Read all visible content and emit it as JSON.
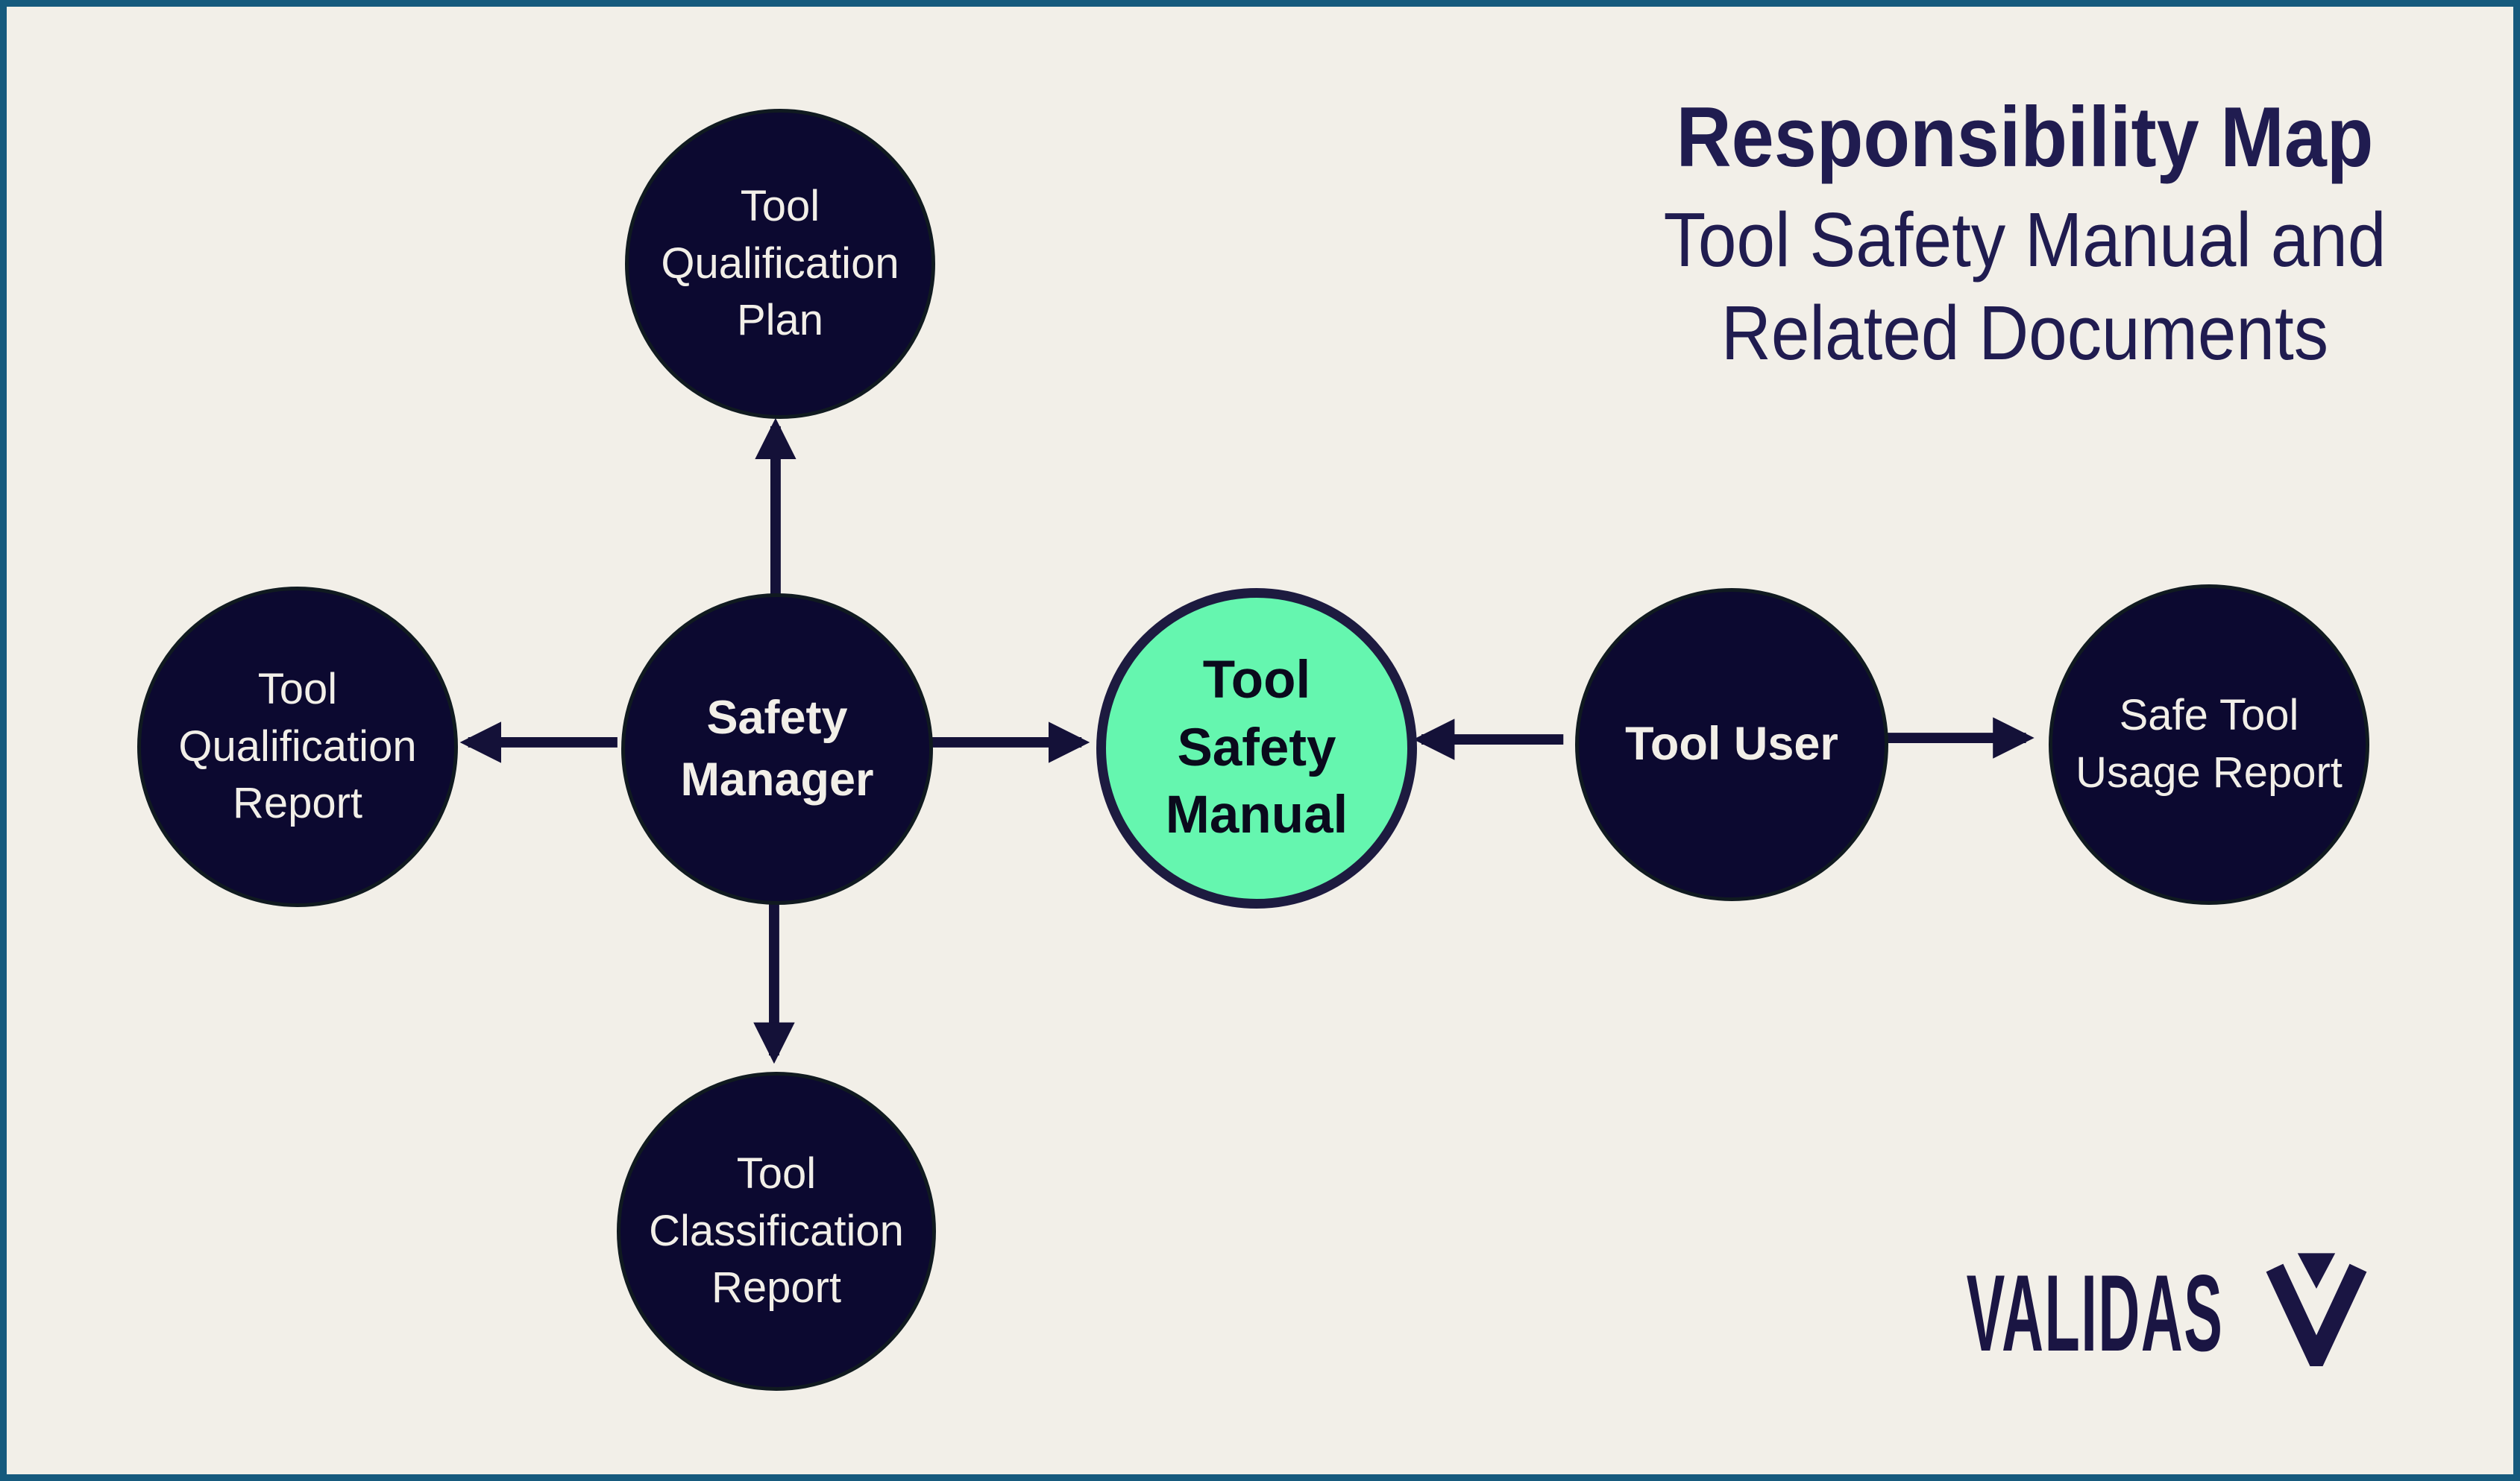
{
  "page": {
    "background_color": "#F2EFE8",
    "frame_color": "#165A7D"
  },
  "title": {
    "heading": "Responsibility Map",
    "subtitle": "Tool Safety Manual and\nRelated Documents"
  },
  "nodes": {
    "tool_qualification_plan": {
      "label": "Tool\nQualification\nPlan"
    },
    "tool_qualification_report": {
      "label": "Tool\nQualification\nReport"
    },
    "safety_manager": {
      "label": "Safety\nManager"
    },
    "tool_safety_manual": {
      "label": "Tool\nSafety\nManual"
    },
    "tool_user": {
      "label": "Tool User"
    },
    "safe_tool_usage_report": {
      "label": "Safe Tool\nUsage Report"
    },
    "tool_classification_report": {
      "label": "Tool\nClassification\nReport"
    }
  },
  "edges": [
    {
      "from": "Safety Manager",
      "to": "Tool Qualification Plan"
    },
    {
      "from": "Safety Manager",
      "to": "Tool Qualification Report"
    },
    {
      "from": "Safety Manager",
      "to": "Tool Classification Report"
    },
    {
      "from": "Safety Manager",
      "to": "Tool Safety Manual"
    },
    {
      "from": "Tool User",
      "to": "Tool Safety Manual"
    },
    {
      "from": "Tool User",
      "to": "Safe Tool Usage Report"
    }
  ],
  "colors": {
    "node_fill": "#0C0930",
    "node_text": "#F2EFE8",
    "highlight_fill": "#65F6AF",
    "highlight_text": "#0A0A1C",
    "arrow": "#141138",
    "title_text": "#201C50",
    "logo_text": "#1A1543"
  },
  "logo": {
    "wordmark": "VALIDAS",
    "mark": "validas-v-icon"
  }
}
